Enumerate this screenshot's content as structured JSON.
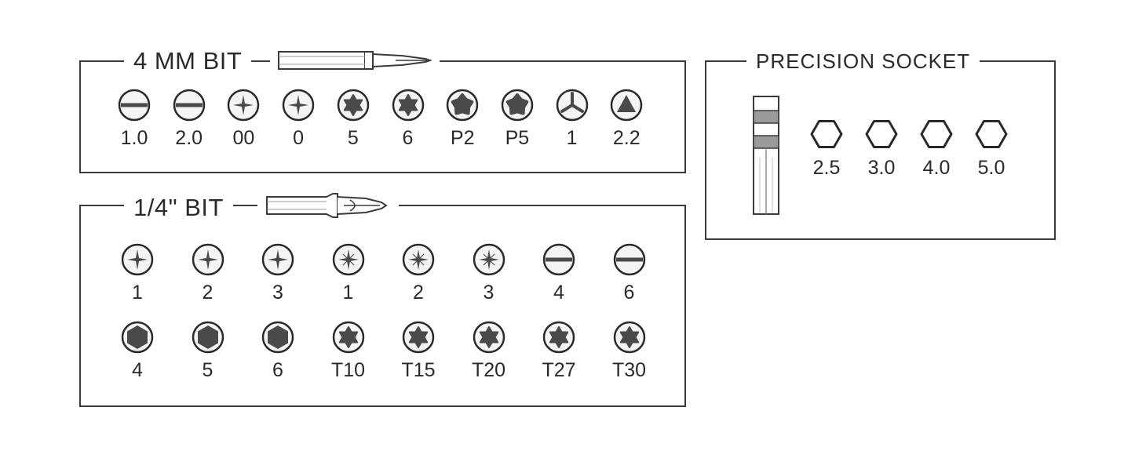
{
  "panels": {
    "mm4": {
      "title": "4 MM BIT",
      "bits": [
        {
          "label": "1.0",
          "icon": "slotted-icon"
        },
        {
          "label": "2.0",
          "icon": "slotted-icon"
        },
        {
          "label": "00",
          "icon": "phillips-icon"
        },
        {
          "label": "0",
          "icon": "phillips-icon"
        },
        {
          "label": "5",
          "icon": "torx-icon"
        },
        {
          "label": "6",
          "icon": "torx-icon"
        },
        {
          "label": "P2",
          "icon": "pentalobe-icon"
        },
        {
          "label": "P5",
          "icon": "pentalobe-icon"
        },
        {
          "label": "1",
          "icon": "tri-wing-icon"
        },
        {
          "label": "2.2",
          "icon": "triangle-icon"
        }
      ]
    },
    "quarter": {
      "title": "1/4\" BIT",
      "row1": [
        {
          "label": "1",
          "icon": "phillips-icon"
        },
        {
          "label": "2",
          "icon": "phillips-icon"
        },
        {
          "label": "3",
          "icon": "phillips-icon"
        },
        {
          "label": "1",
          "icon": "pozidriv-icon"
        },
        {
          "label": "2",
          "icon": "pozidriv-icon"
        },
        {
          "label": "3",
          "icon": "pozidriv-icon"
        },
        {
          "label": "4",
          "icon": "slotted-icon"
        },
        {
          "label": "6",
          "icon": "slotted-icon"
        }
      ],
      "row2": [
        {
          "label": "4",
          "icon": "hex-icon"
        },
        {
          "label": "5",
          "icon": "hex-icon"
        },
        {
          "label": "6",
          "icon": "hex-icon"
        },
        {
          "label": "T10",
          "icon": "torx-icon"
        },
        {
          "label": "T15",
          "icon": "torx-icon"
        },
        {
          "label": "T20",
          "icon": "torx-icon"
        },
        {
          "label": "T27",
          "icon": "torx-icon"
        },
        {
          "label": "T30",
          "icon": "torx-icon"
        }
      ]
    },
    "socket": {
      "title": "PRECISION SOCKET",
      "sizes": [
        {
          "label": "2.5",
          "icon": "hex-socket-icon"
        },
        {
          "label": "3.0",
          "icon": "hex-socket-icon"
        },
        {
          "label": "4.0",
          "icon": "hex-socket-icon"
        },
        {
          "label": "5.0",
          "icon": "hex-socket-icon"
        }
      ]
    }
  },
  "colors": {
    "ink": "#2a2a2a",
    "fill_dark": "#4a4a4a",
    "face_light": "#f4f4f4"
  }
}
